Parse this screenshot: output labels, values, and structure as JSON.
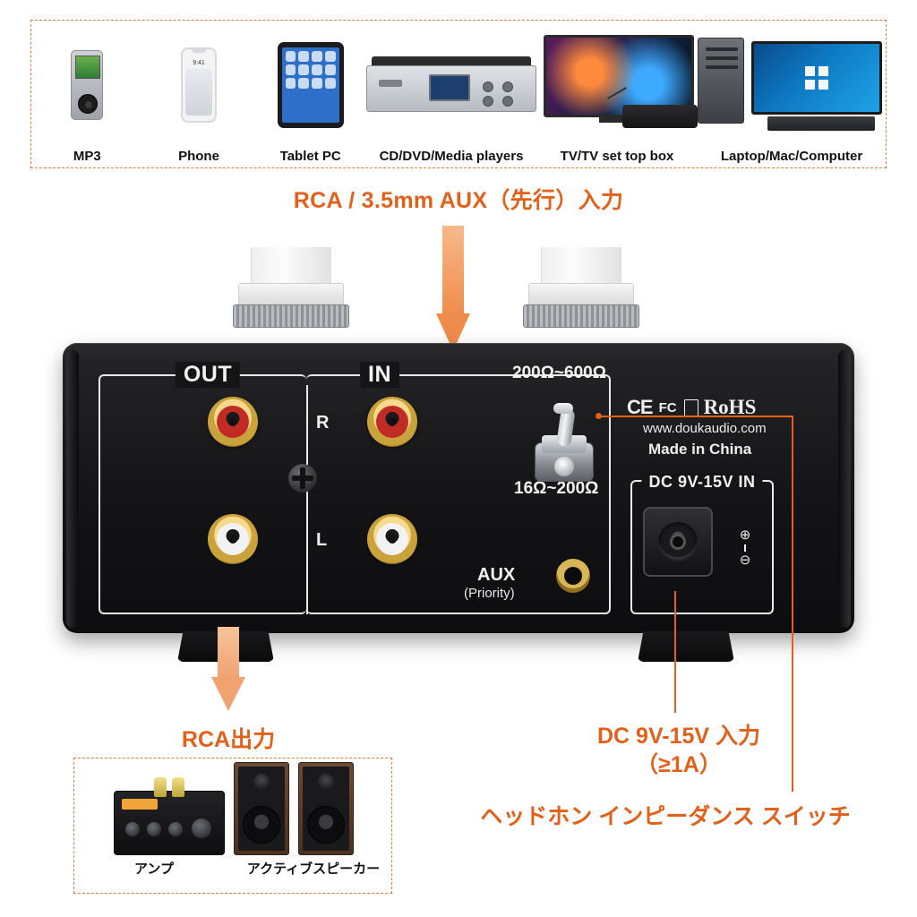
{
  "sources": {
    "items": [
      {
        "label": "MP3",
        "icon": "mp3-player-icon"
      },
      {
        "label": "Phone",
        "icon": "smartphone-icon"
      },
      {
        "label": "Tablet PC",
        "icon": "tablet-icon"
      },
      {
        "label": "CD/DVD/Media players",
        "icon": "cd-player-icon"
      },
      {
        "label": "TV/TV set top box",
        "icon": "tv-icon"
      },
      {
        "label": "Laptop/Mac/Computer",
        "icon": "desktop-computer-icon"
      }
    ]
  },
  "headings": {
    "input": "RCA / 3.5mm AUX（先行）入力",
    "rca_output": "RCA出力",
    "dc_input_line1": "DC 9V-15V 入力",
    "dc_input_line2": "（≥1A）",
    "impedance_switch": "ヘッドホン インピーダンス スイッチ"
  },
  "device": {
    "labels": {
      "out": "OUT",
      "in": "IN",
      "channel_r": "R",
      "channel_l": "L",
      "aux": "AUX",
      "aux_sub": "(Priority)",
      "impedance_high": "200Ω~600Ω",
      "impedance_low": "16Ω~200Ω",
      "dc_in": "DC 9V-15V IN",
      "website": "www.doukaudio.com",
      "made_in": "Made in China"
    },
    "certifications": {
      "ce": "CE",
      "fcc": "FC",
      "weee": "weee-bin-icon",
      "rohs": "RoHS"
    },
    "polarity": {
      "outer": "⊕",
      "inner": "⊖"
    }
  },
  "outputs": {
    "items": [
      {
        "label": "アンプ",
        "icon": "amplifier-icon"
      },
      {
        "label": "アクティブスピーカー",
        "icon": "active-speaker-icon"
      }
    ]
  },
  "colors": {
    "accent": "#e2601a",
    "arrow": "#ef8c4c",
    "dashed_border": "#e07b39",
    "panel_text": "#f2f2f2"
  }
}
